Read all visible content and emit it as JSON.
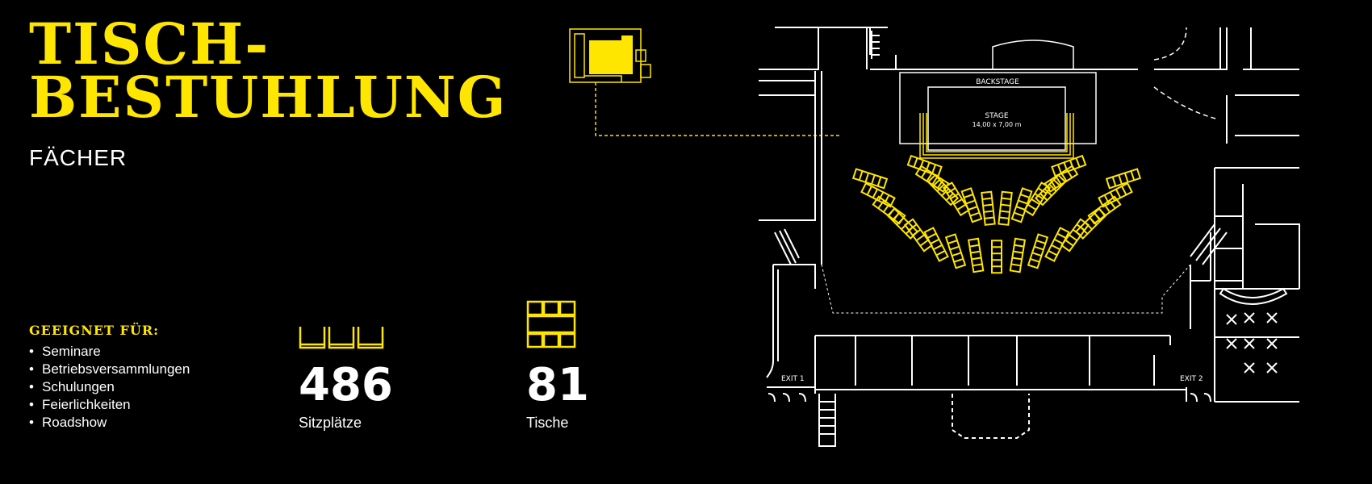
{
  "title": {
    "line1": "TISCH-",
    "line2": "BESTUHLUNG"
  },
  "subtitle": "FÄCHER",
  "suitable": {
    "heading": "GEEIGNET FÜR:",
    "items": [
      "Seminare",
      "Betriebsversammlungen",
      "Schulungen",
      "Feierlichkeiten",
      "Roadshow"
    ]
  },
  "stats": {
    "seats": {
      "value": "486",
      "label": "Sitzplätze",
      "icon": "chairs-icon"
    },
    "tables": {
      "value": "81",
      "label": "Tische",
      "icon": "table-icon"
    }
  },
  "floorplan": {
    "backstage_label": "BACKSTAGE",
    "stage_label": "STAGE",
    "stage_size": "14,00 x 7,00 m",
    "exit1": "EXIT 1",
    "exit2": "EXIT 2"
  },
  "colors": {
    "accent": "#ffe600",
    "background": "#000000",
    "lines": "#ffffff"
  }
}
